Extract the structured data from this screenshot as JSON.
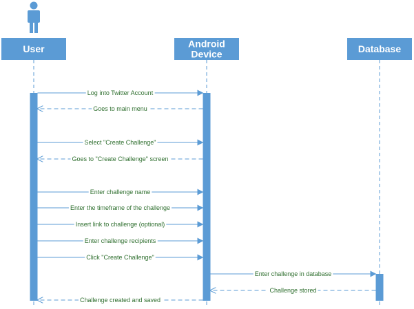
{
  "participants": [
    {
      "id": "user",
      "label_lines": [
        "User"
      ],
      "has_actor_icon": true
    },
    {
      "id": "android",
      "label_lines": [
        "Android",
        "Device"
      ]
    },
    {
      "id": "database",
      "label_lines": [
        "Database"
      ]
    }
  ],
  "messages": [
    {
      "from": "user",
      "to": "android",
      "kind": "call",
      "label": "Log into Twitter Account"
    },
    {
      "from": "android",
      "to": "user",
      "kind": "return",
      "label": "Goes to main menu"
    },
    {
      "from": "user",
      "to": "android",
      "kind": "call",
      "label": "Select \"Create Challenge\""
    },
    {
      "from": "android",
      "to": "user",
      "kind": "return",
      "label": "Goes to \"Create Challenge\" screen"
    },
    {
      "from": "user",
      "to": "android",
      "kind": "call",
      "label": "Enter challenge name"
    },
    {
      "from": "user",
      "to": "android",
      "kind": "call",
      "label": "Enter the timeframe of the challenge"
    },
    {
      "from": "user",
      "to": "android",
      "kind": "call",
      "label": "Insert link to challenge (optional)"
    },
    {
      "from": "user",
      "to": "android",
      "kind": "call",
      "label": "Enter challenge recipients"
    },
    {
      "from": "user",
      "to": "android",
      "kind": "call",
      "label": "Click \"Create Challenge\""
    },
    {
      "from": "android",
      "to": "database",
      "kind": "call",
      "label": "Enter challenge in database"
    },
    {
      "from": "database",
      "to": "android",
      "kind": "return",
      "label": "Challenge stored"
    },
    {
      "from": "android",
      "to": "user",
      "kind": "return",
      "label": "Challenge created and saved"
    }
  ],
  "colors": {
    "participant_fill": "#5b9bd5",
    "activation_fill": "#5b9bd5",
    "lifeline": "#5b9bd5",
    "arrow": "#5b9bd5",
    "message_text": "#2f6f2f",
    "header_text": "#ffffff"
  },
  "icons": {
    "actor": "person-icon"
  }
}
